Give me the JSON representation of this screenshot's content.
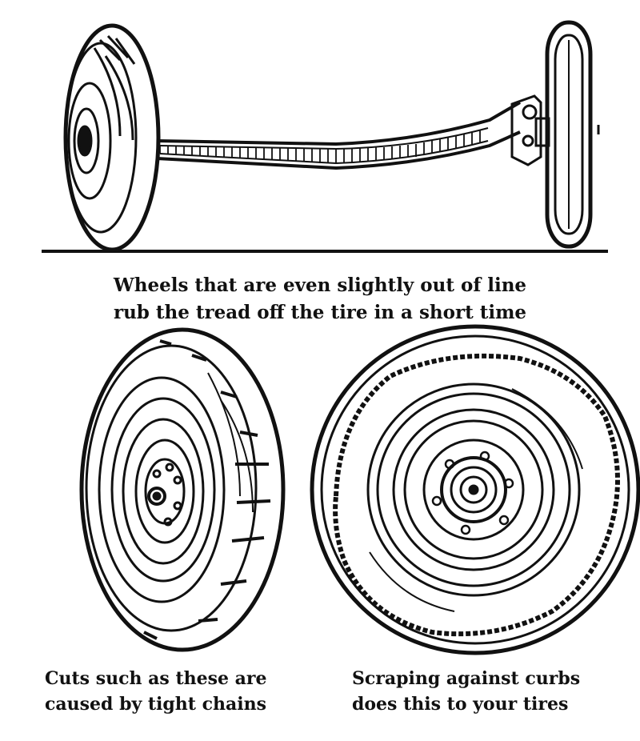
{
  "captions": {
    "axle": {
      "line1": "Wheels that are even slightly out of line",
      "line2": "rub the tread off the tire in a short time"
    },
    "chains": {
      "line1": "Cuts such as these are",
      "line2": "caused by tight chains"
    },
    "curbs": {
      "line1": "Scraping against curbs",
      "line2": "does this to your tires"
    }
  },
  "colors": {
    "ink": "#111111",
    "paper": "#ffffff"
  }
}
